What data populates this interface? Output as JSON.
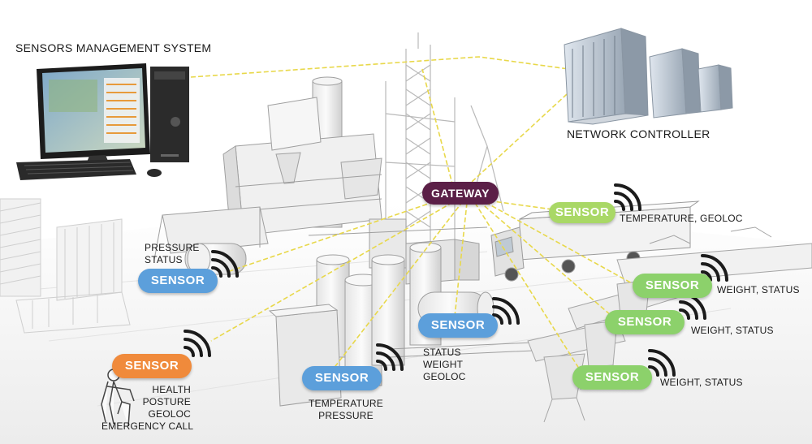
{
  "title": "SENSORS MANAGEMENT SYSTEM",
  "controller_label": "NETWORK CONTROLLER",
  "gateway_label": "GATEWAY",
  "sensor_label": "SENSOR",
  "colors": {
    "gateway": "#5b1f47",
    "link": "#e8d84a",
    "sensor_green": "#8cd16b",
    "sensor_lime": "#a9d866",
    "sensor_blue": "#5c9fdb",
    "sensor_orange": "#f08a3b",
    "wifi": "#1b1b1b"
  },
  "sensors": [
    {
      "id": "truck",
      "color": "lime",
      "lines": [
        "TEMPERATURE, GEOLOC"
      ]
    },
    {
      "id": "conveyor-1",
      "color": "green",
      "lines": [
        "WEIGHT, STATUS"
      ]
    },
    {
      "id": "conveyor-2",
      "color": "green",
      "lines": [
        "WEIGHT, STATUS"
      ]
    },
    {
      "id": "conveyor-3",
      "color": "green",
      "lines": [
        "WEIGHT, STATUS"
      ]
    },
    {
      "id": "tank",
      "color": "blue",
      "lines": [
        "PRESSURE",
        "STATUS"
      ]
    },
    {
      "id": "pipe",
      "color": "blue",
      "lines": [
        "STATUS",
        "WEIGHT",
        "GEOLOC"
      ]
    },
    {
      "id": "silo",
      "color": "blue",
      "lines": [
        "TEMPERATURE",
        "PRESSURE"
      ]
    },
    {
      "id": "worker",
      "color": "orange",
      "lines": [
        "HEALTH",
        "POSTURE",
        "GEOLOC",
        "EMERGENCY CALL"
      ]
    }
  ]
}
